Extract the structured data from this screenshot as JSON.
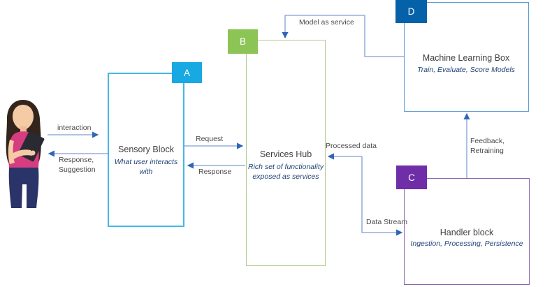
{
  "diagram": {
    "blocks": [
      {
        "id": "sensory",
        "letter": "A",
        "title": "Sensory Block",
        "subtitle": "What user interacts with",
        "accent": "#18a9e2",
        "border": "#45b7e8"
      },
      {
        "id": "services",
        "letter": "B",
        "title": "Services Hub",
        "subtitle": "Rich set of functionality exposed as services",
        "accent": "#8cc455",
        "border": "#b2cc8c"
      },
      {
        "id": "handler",
        "letter": "C",
        "title": "Handler block",
        "subtitle": "Ingestion, Processing, Persistence",
        "accent": "#6f2da8",
        "border": "#8a64ae"
      },
      {
        "id": "ml",
        "letter": "D",
        "title": "Machine Learning Box",
        "subtitle": "Train, Evaluate, Score Models",
        "accent": "#0562a8",
        "border": "#5b9bd5"
      }
    ],
    "labels": {
      "interaction": "interaction",
      "response_suggestion_line1": "Response,",
      "response_suggestion_line2": "Suggestion",
      "request": "Request",
      "response": "Response",
      "model_as_service": "Model as service",
      "processed_data": "Processed data",
      "data_stream": "Data Stream",
      "feedback_line1": "Feedback,",
      "feedback_line2": "Retraining"
    },
    "icons": {
      "person": "woman-holding-tablet-illustration"
    },
    "colors": {
      "background": "#ffffff",
      "connector_line": "#7f9fd1",
      "connector_arrow": "#2f66b8",
      "box_title_text": "#3f3f3f",
      "box_subtitle_text": "#1f4377",
      "label_text": "#4a4a4a"
    }
  }
}
